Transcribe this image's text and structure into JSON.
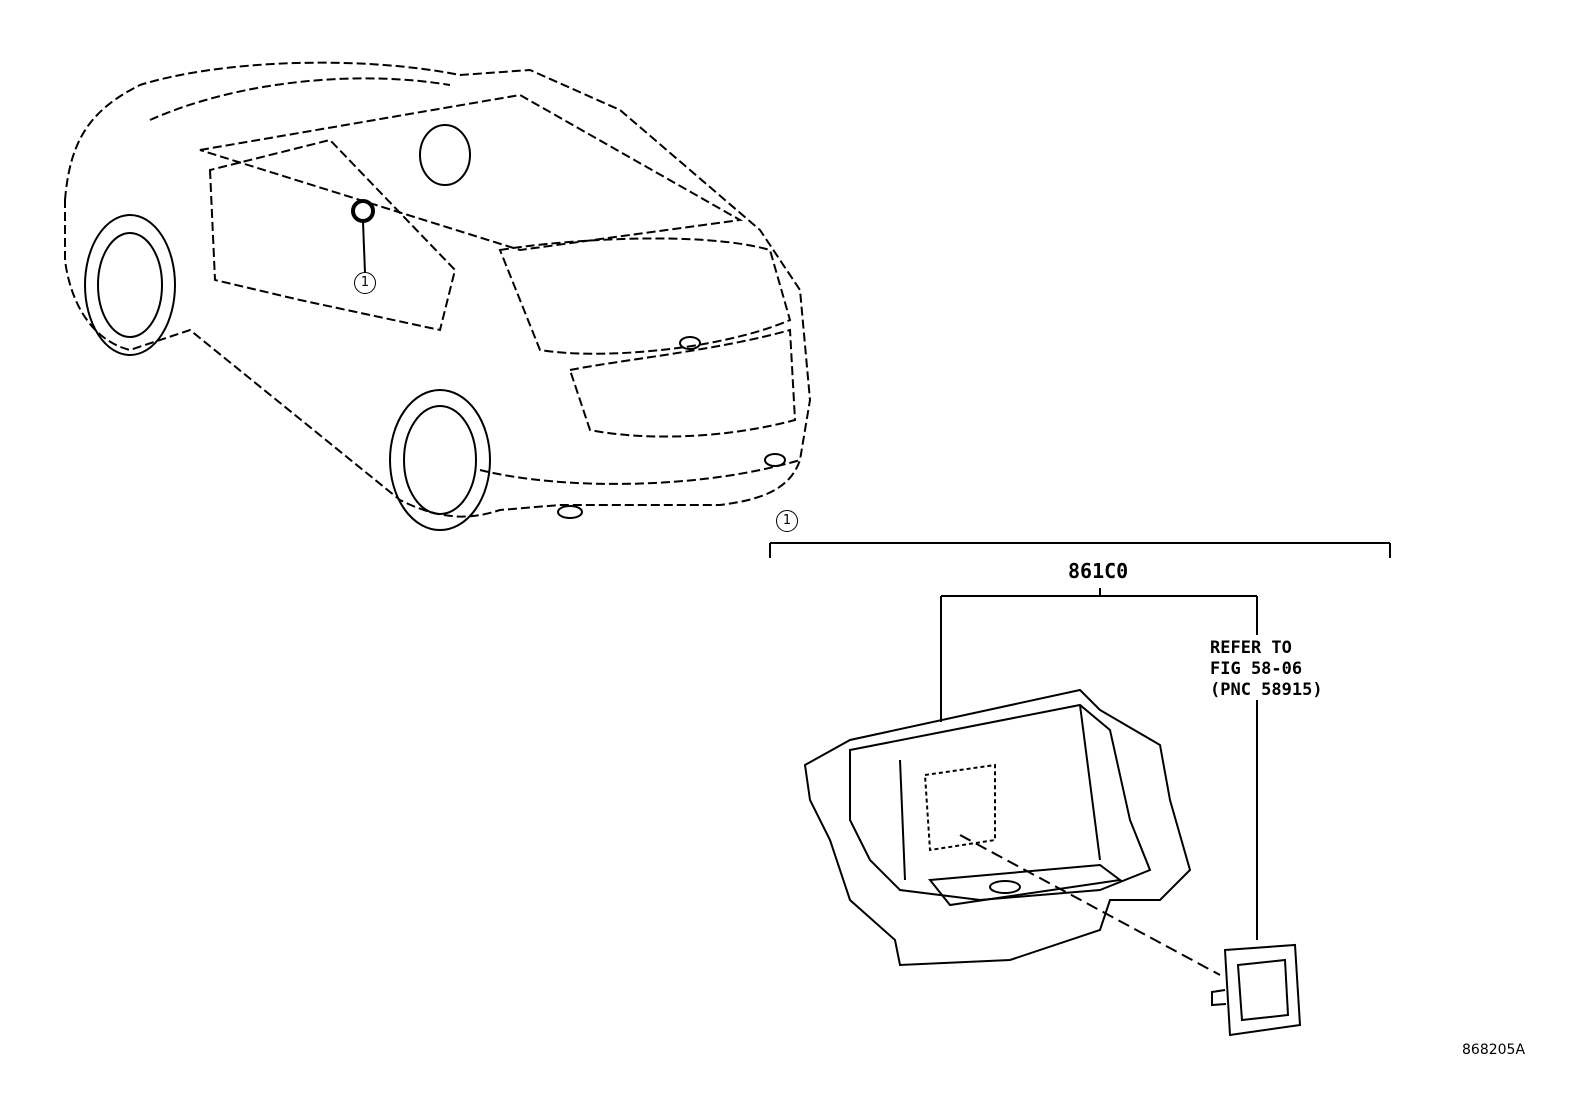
{
  "callouts": {
    "car": "1",
    "group": "1"
  },
  "part_number": "861C0",
  "refer_note": {
    "line1": "REFER TO",
    "line2": "FIG 58-06",
    "line3": "(PNC 58915)"
  },
  "figure_code": "868205A"
}
